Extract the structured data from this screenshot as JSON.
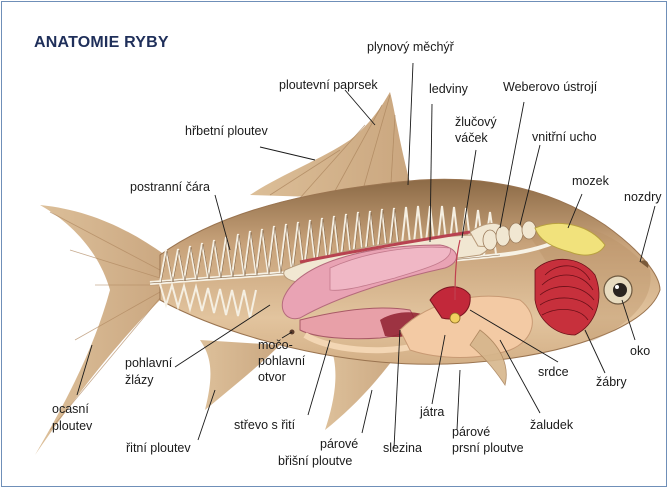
{
  "title": "ANATOMIE RYBY",
  "labels": {
    "plynovy_mechyr": "plynový měchýř",
    "ploutevni_paprsek": "ploutevní paprsek",
    "ledviny": "ledviny",
    "weberovo_ustroji": "Weberovo ústrojí",
    "hrbetni_ploutev": "hřbetní ploutev",
    "zlucovy_1": "žlučový",
    "zlucovy_2": "váček",
    "vnitrni_ucho": "vnitřní ucho",
    "postranni_cara": "postranní čára",
    "mozek": "mozek",
    "nozdry": "nozdry",
    "pohlavni_1": "pohlavní",
    "pohlavni_2": "žlázy",
    "mocopohlavni_1": "močo-",
    "mocopohlavni_2": "pohlavní",
    "mocopohlavni_3": "otvor",
    "oko": "oko",
    "zabry": "žábry",
    "srdce": "srdce",
    "ocasni_1": "ocasní",
    "ocasni_2": "ploutev",
    "jatra": "játra",
    "zaludek": "žaludek",
    "streve": "střevo s řití",
    "ritni": "řitní ploutev",
    "brisni_1": "párové",
    "brisni_2": "břišní ploutve",
    "slezina": "slezina",
    "prsni_1": "párové",
    "prsni_2": "prsní ploutve"
  },
  "colors": {
    "body": "#c9a57a",
    "fin": "#d8b992",
    "gill": "#c8303a",
    "organ_pink": "#e6a0b0",
    "bladder": "#f2ead8",
    "brain": "#f0e07a",
    "liver": "#f2c8a0",
    "title": "#1f2f5a"
  }
}
